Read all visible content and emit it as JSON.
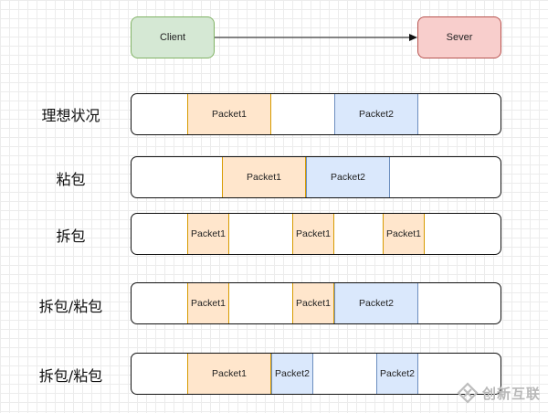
{
  "header": {
    "client": "Client",
    "server": "Sever"
  },
  "colors": {
    "client_fill": "#d5e8d4",
    "server_fill": "#f8cecc",
    "packet1_fill": "#ffe6cc",
    "packet2_fill": "#dae8fc"
  },
  "rows": [
    {
      "label": "理想状况",
      "packets": [
        "Packet1",
        "Packet2"
      ]
    },
    {
      "label": "粘包",
      "packets": [
        "Packet1",
        "Packet2"
      ]
    },
    {
      "label": "拆包",
      "packets": [
        "Packet1",
        "Packet1",
        "Packet1"
      ]
    },
    {
      "label": "拆包/粘包",
      "packets": [
        "Packet1",
        "Packet1",
        "Packet2"
      ]
    },
    {
      "label": "拆包/粘包",
      "packets": [
        "Packet1",
        "Packet2",
        "Packet2"
      ]
    }
  ],
  "watermark": {
    "text": "创新互联",
    "icon": "brand-logo-icon"
  }
}
